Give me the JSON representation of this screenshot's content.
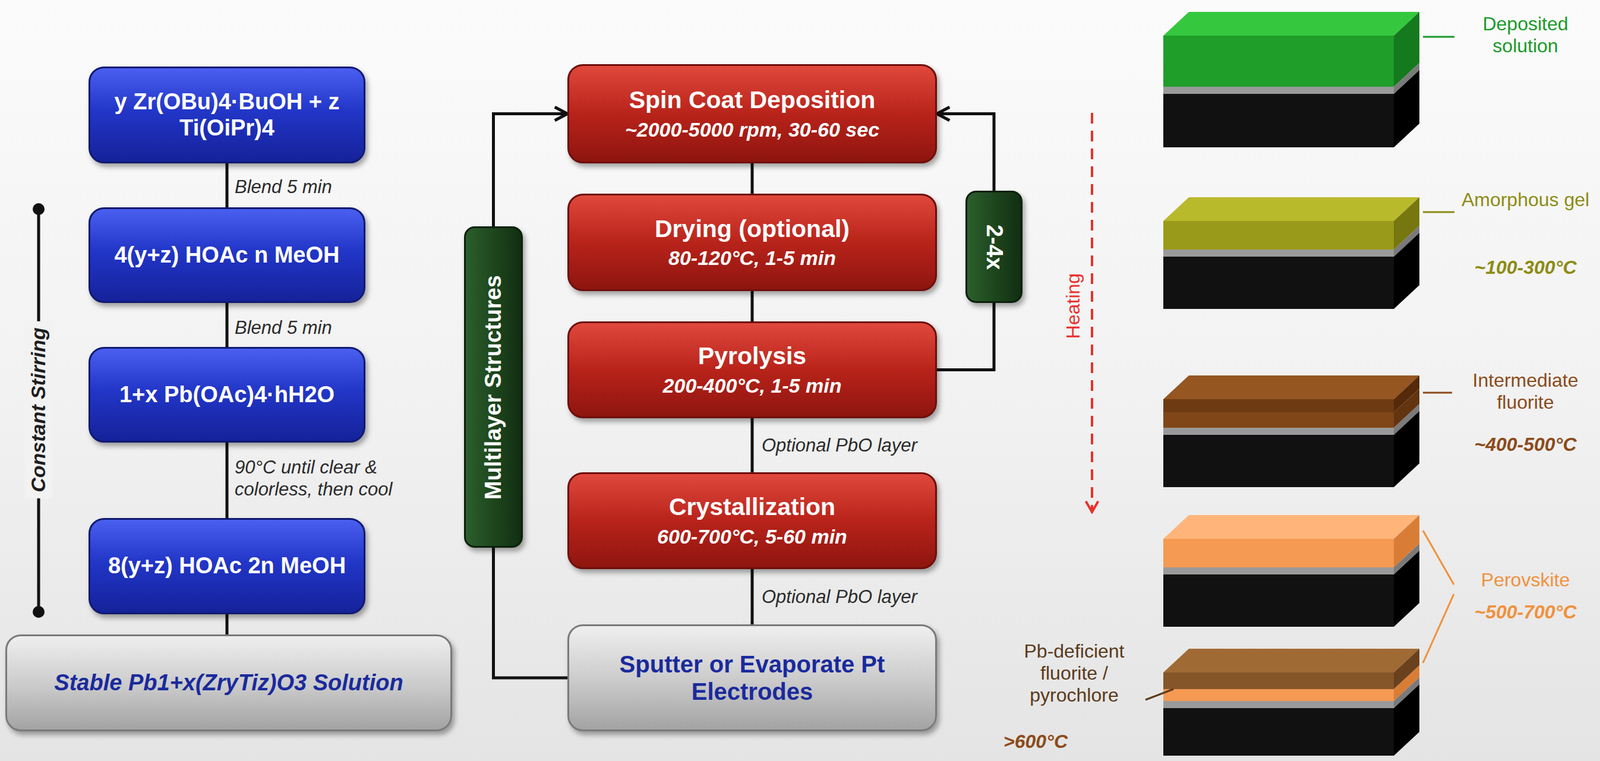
{
  "diagram": {
    "nodes": [
      {
        "text": [
          "y Zr(OBu)4·BuOH + z Ti(OiPr)4"
        ]
      },
      {
        "text": [
          "4(y+z) HOAc n MeOH"
        ]
      },
      {
        "text": [
          "1+x Pb(OAc)4·hH2O"
        ]
      },
      {
        "text": [
          "8(y+z) HOAc 2n MeOH"
        ]
      },
      {
        "text": [
          "Stable Pb1+x(ZryTiz)O3 Solution"
        ]
      },
      {
        "text": [
          "Spin Coat Deposition",
          "~2000-5000 rpm, 30-60 sec"
        ]
      },
      {
        "text": [
          "Drying (optional)",
          "80-120°C, 1-5 min"
        ]
      },
      {
        "text": [
          "Pyrolysis",
          "200-400°C, 1-5 min"
        ]
      },
      {
        "text": [
          "Crystallization",
          "600-700°C, 5-60 min"
        ]
      },
      {
        "text": [
          "Sputter or Evaporate Pt Electrodes"
        ]
      },
      {
        "text": [
          "Multilayer Structures"
        ]
      },
      {
        "text": [
          "2-4x"
        ]
      }
    ],
    "edges": [
      {
        "from": 0,
        "to": 1,
        "label": "Blend 5 min",
        "arrow": "none"
      },
      {
        "from": 1,
        "to": 2,
        "label": "Blend 5 min",
        "arrow": "none"
      },
      {
        "from": 2,
        "to": 3,
        "label": "90°C until clear & colorless, then cool",
        "arrow": "none"
      },
      {
        "from": 3,
        "to": 4,
        "arrow": "none"
      },
      {
        "from": 5,
        "to": 6,
        "arrow": "none"
      },
      {
        "from": 6,
        "to": 7,
        "arrow": "none"
      },
      {
        "from": 7,
        "to": 8,
        "label": "Optional PbO layer",
        "arrow": "none"
      },
      {
        "from": 8,
        "to": 9,
        "label": "Optional PbO layer",
        "arrow": "none"
      },
      {
        "from": 7,
        "to": 11,
        "arrow": "none"
      },
      {
        "from": 11,
        "to": 5,
        "arrow": "to"
      },
      {
        "from": 9,
        "to": 10,
        "arrow": "none"
      },
      {
        "from": 10,
        "to": 5,
        "arrow": "to"
      }
    ],
    "labels": [
      "Constant Stirring",
      "Heating",
      "Deposited solution",
      "Amorphous gel",
      "~100-300°C",
      "Intermediate fluorite",
      "~400-500°C",
      "Perovskite",
      "~500-700°C",
      "Pb-deficient fluorite / pyrochlore",
      ">600°C"
    ]
  }
}
